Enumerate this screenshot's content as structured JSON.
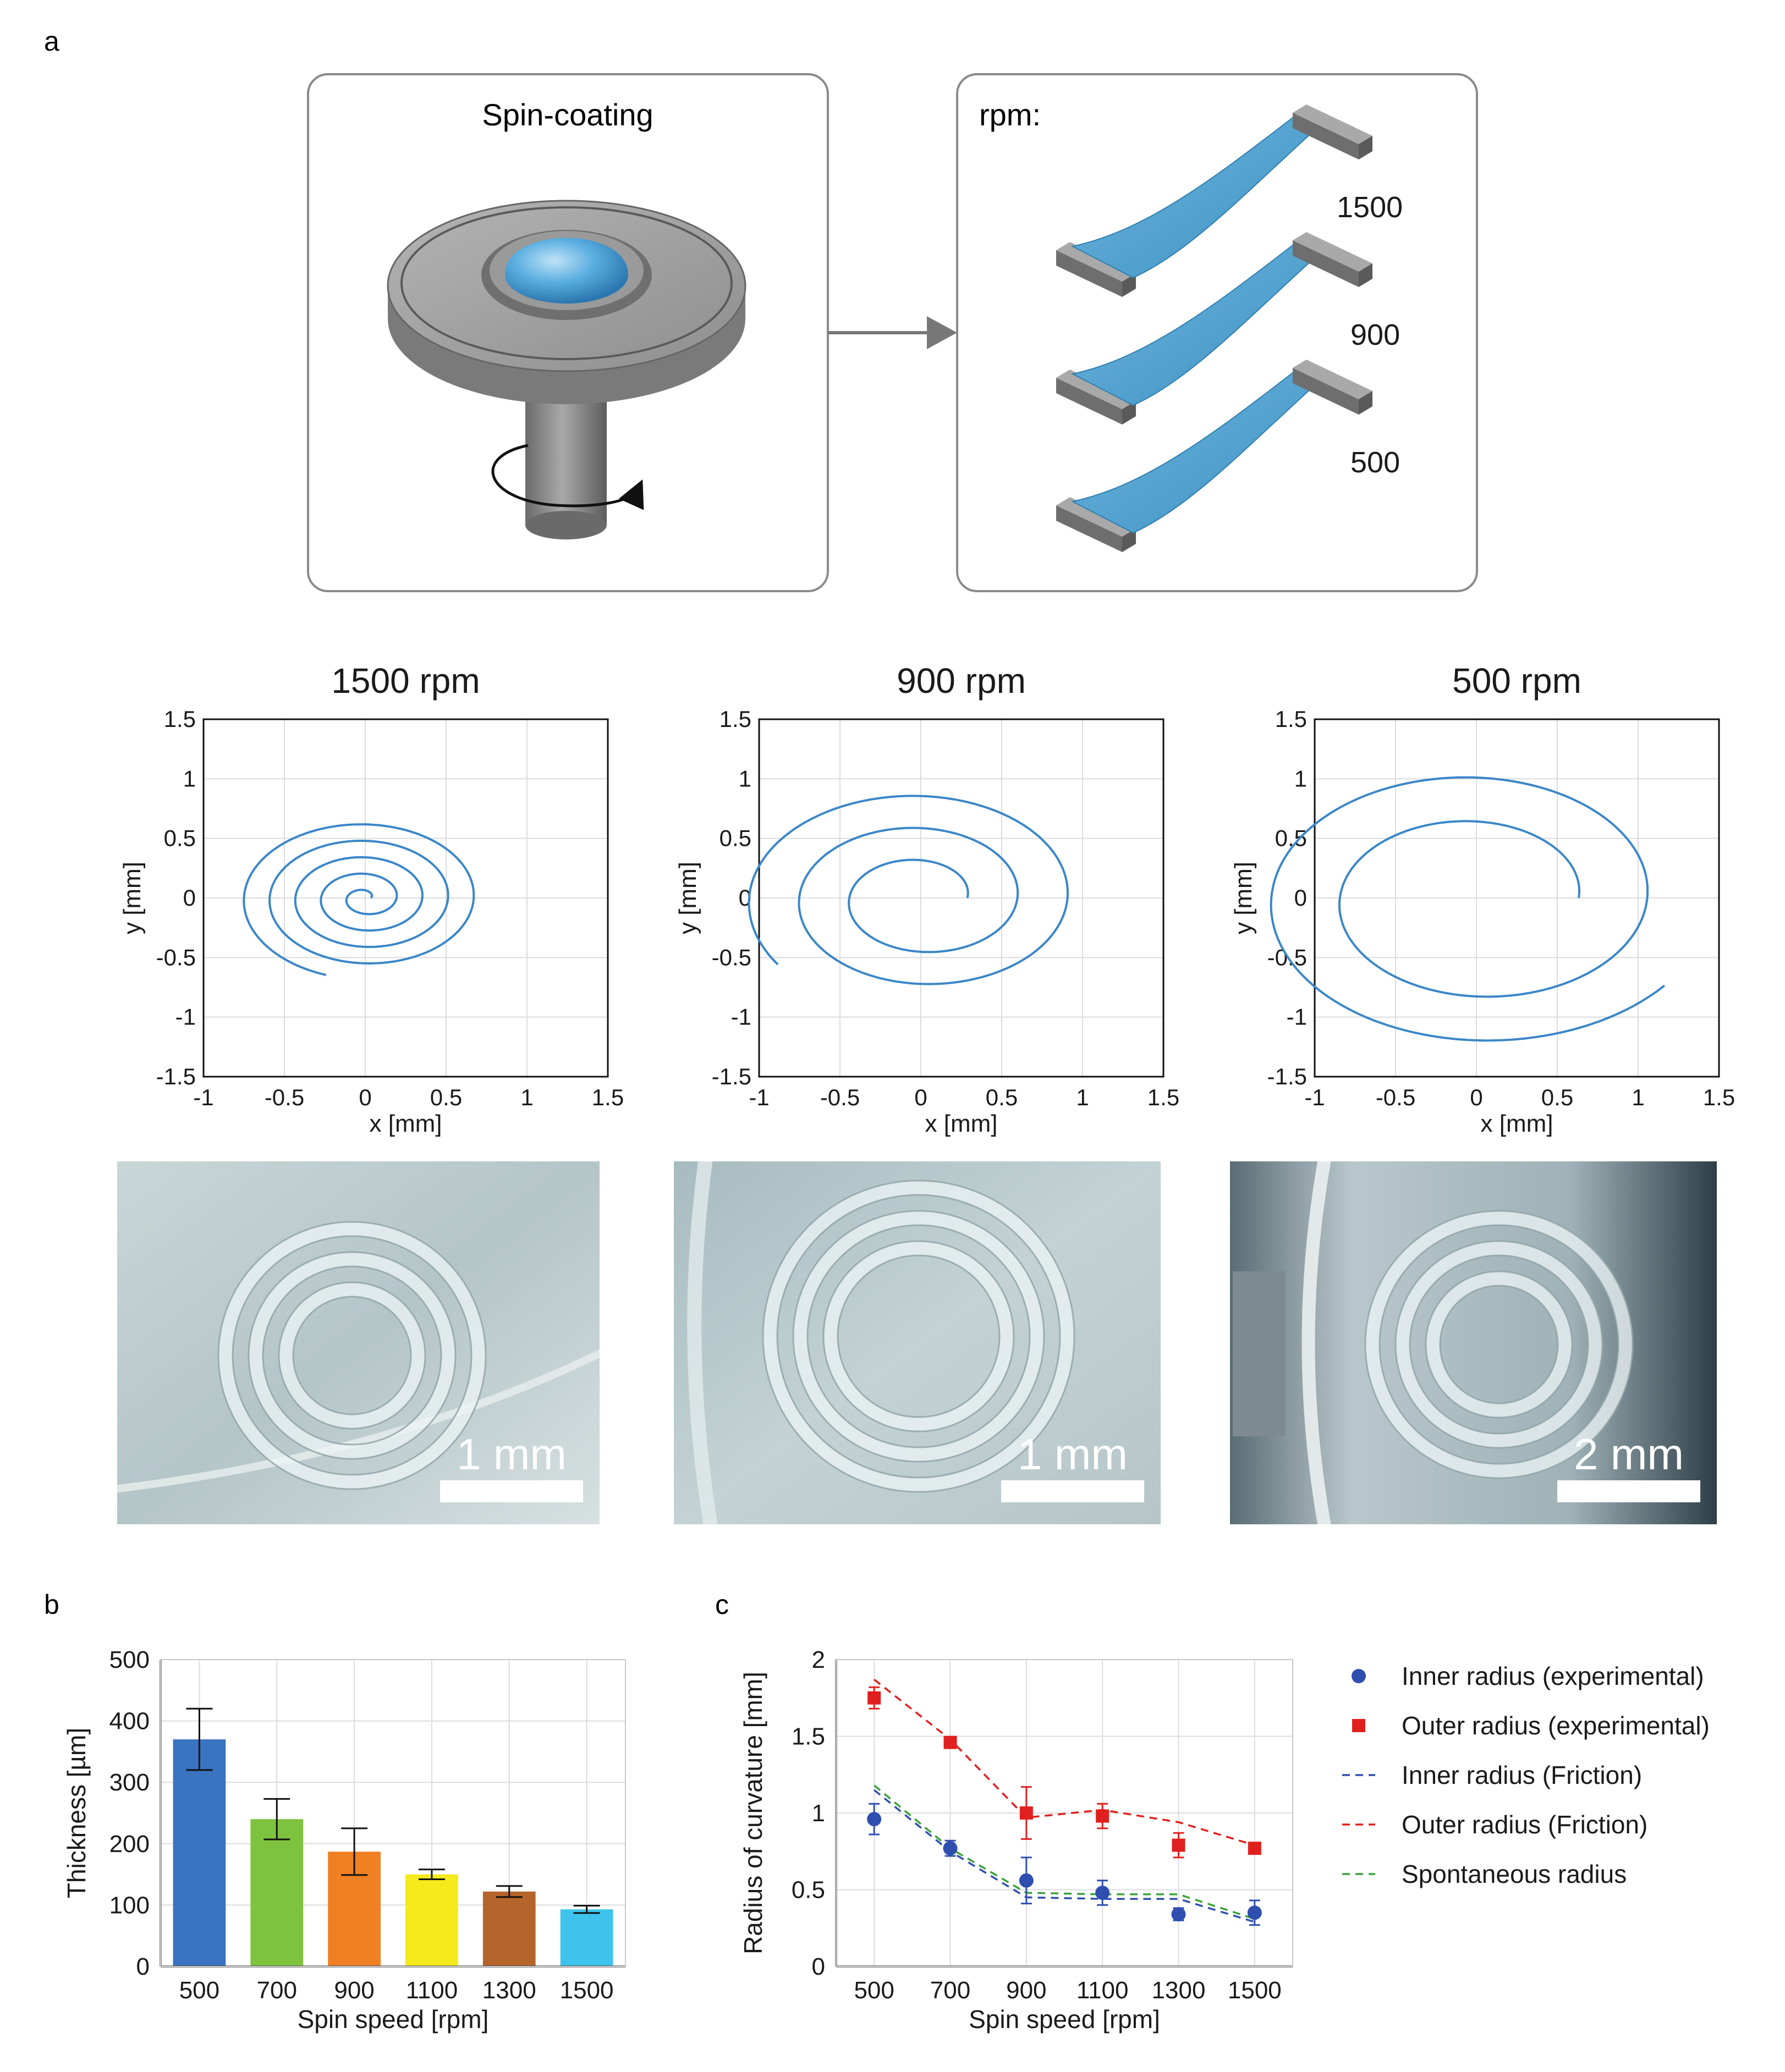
{
  "panel_labels": {
    "a": "a",
    "b": "b",
    "c": "c"
  },
  "schematic": {
    "spin_title": "Spin-coating",
    "rpm_label": "rpm:",
    "strip_labels": [
      "1500",
      "900",
      "500"
    ],
    "colors": {
      "gel": "#4a9cc8",
      "metal": "#8c8c8c",
      "frame": "#a8a8a8"
    }
  },
  "spiral_plots": [
    {
      "title": "1500 rpm",
      "xlabel": "x [mm]",
      "ylabel": "y [mm]",
      "turns": 4.7,
      "r_start": 0.03,
      "r_end": 0.68
    },
    {
      "title": "900 rpm",
      "xlabel": "x [mm]",
      "ylabel": "y [mm]",
      "turns": 2.6,
      "r_start": 0.25,
      "r_end": 0.95
    },
    {
      "title": "500 rpm",
      "xlabel": "x [mm]",
      "ylabel": "y [mm]",
      "turns": 1.9,
      "r_start": 0.55,
      "r_end": 1.25
    }
  ],
  "spiral_axes": {
    "x_ticks": [
      "-1",
      "-0.5",
      "0",
      "0.5",
      "1",
      "1.5"
    ],
    "y_ticks": [
      "1.5",
      "1",
      "0.5",
      "0",
      "-0.5",
      "-1",
      "-1.5"
    ],
    "xlim": [
      -1,
      1.5
    ],
    "ylim": [
      -1.5,
      1.5
    ],
    "grid": true,
    "line_color": "#3a86c8"
  },
  "photos": [
    {
      "scale_label": "1 mm"
    },
    {
      "scale_label": "1 mm"
    },
    {
      "scale_label": "2 mm"
    }
  ],
  "chart_data": [
    {
      "type": "bar",
      "categories": [
        "500",
        "700",
        "900",
        "1100",
        "1300",
        "1500"
      ],
      "values": [
        370,
        240,
        187,
        150,
        122,
        93
      ],
      "errors": [
        50,
        33,
        38,
        8,
        9,
        6
      ],
      "colors": [
        "#3a74c0",
        "#7ec33e",
        "#f08024",
        "#f4ea1c",
        "#b5652b",
        "#3ec4ec"
      ],
      "xlabel": "Spin speed [rpm]",
      "ylabel": "Thickness [µm]",
      "ylim": [
        0,
        500
      ],
      "y_ticks": [
        "500",
        "400",
        "300",
        "200",
        "100",
        "0"
      ],
      "grid": true
    },
    {
      "type": "scatter",
      "categories": [
        "500",
        "700",
        "900",
        "1100",
        "1300",
        "1500"
      ],
      "xlabel": "Spin speed [rpm]",
      "ylabel": "Radius of curvature [mm]",
      "ylim": [
        0,
        2
      ],
      "y_ticks": [
        "2",
        "1.5",
        "1",
        "0.5",
        "0"
      ],
      "grid": true,
      "legend_position": "right",
      "series": [
        {
          "name": "Inner radius (experimental)",
          "kind": "circle",
          "color": "#2f4fb0",
          "values": [
            0.96,
            0.77,
            0.56,
            0.48,
            0.34,
            0.35
          ],
          "errors": [
            0.1,
            0.05,
            0.15,
            0.08,
            0.04,
            0.08
          ]
        },
        {
          "name": "Outer radius (experimental)",
          "kind": "square",
          "color": "#e0201e",
          "values": [
            1.75,
            1.46,
            1.0,
            0.98,
            0.79,
            0.77
          ],
          "errors": [
            0.07,
            0.03,
            0.17,
            0.08,
            0.08,
            0.02
          ]
        },
        {
          "name": "Inner radius (Friction)",
          "kind": "dash",
          "color": "#2f4fb0",
          "values": [
            1.15,
            0.75,
            0.45,
            0.44,
            0.44,
            0.29
          ]
        },
        {
          "name": "Outer radius (Friction)",
          "kind": "dash",
          "color": "#e0201e",
          "values": [
            1.87,
            1.48,
            0.97,
            1.02,
            0.94,
            0.79
          ]
        },
        {
          "name": "Spontaneous radius",
          "kind": "dash",
          "color": "#3aa33a",
          "values": [
            1.18,
            0.77,
            0.48,
            0.47,
            0.47,
            0.31
          ]
        }
      ]
    }
  ]
}
